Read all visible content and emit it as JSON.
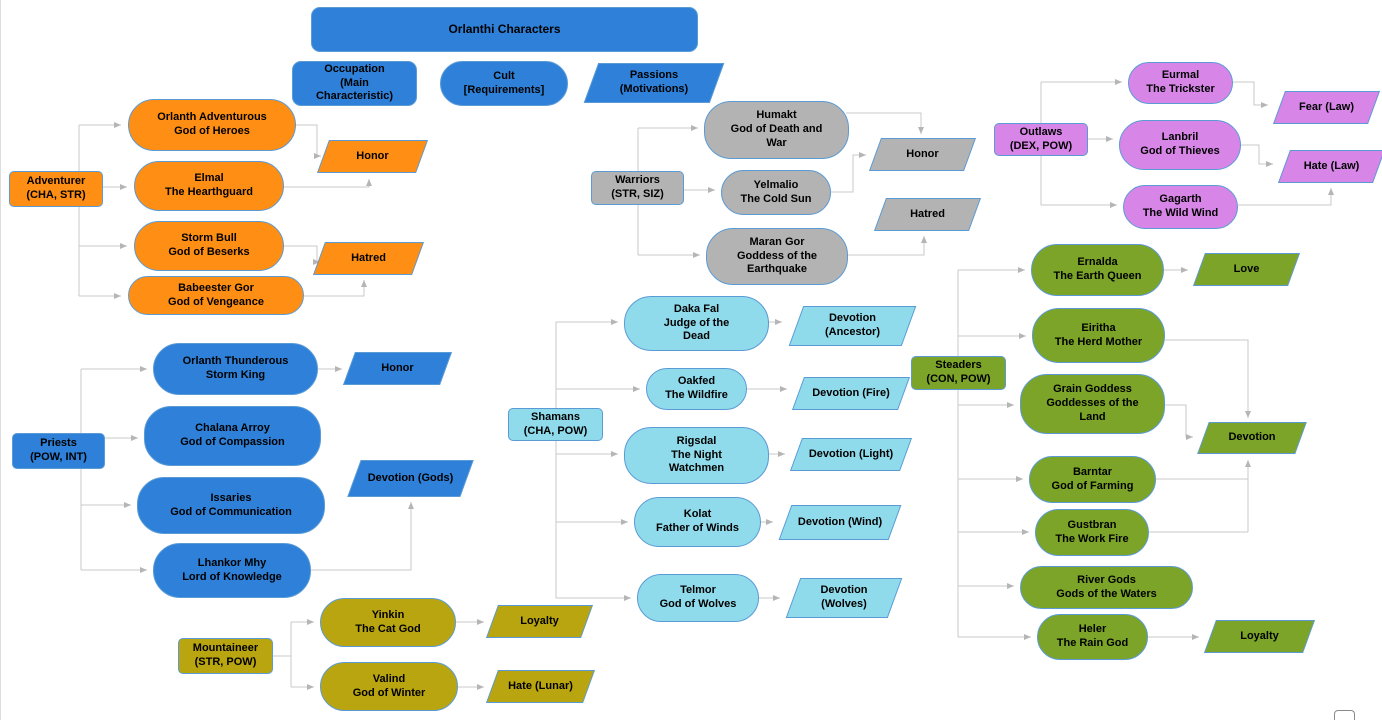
{
  "diagram_title": "Orlanthi Characters",
  "legend": {
    "occupation": {
      "name": "Occupation",
      "note": "(Main Characteristic)"
    },
    "cult": {
      "name": "Cult",
      "note": "[Requirements]"
    },
    "passions": {
      "name": "Passions",
      "note": "(Motivations)"
    }
  },
  "colors": {
    "blue": "#2E80D8",
    "orange": "#FF8E14",
    "gray": "#B3B3B3",
    "cyan": "#8FDBEC",
    "purple": "#D786E8",
    "green": "#7BA428",
    "yellow": "#B9A50F",
    "border": "#5B9BD5",
    "edge": "#C9C9C9",
    "arrow": "#B5B5B5"
  },
  "groups": {
    "adventurer": {
      "name": "Adventurer",
      "stats": "(CHA, STR)"
    },
    "priests": {
      "name": "Priests",
      "stats": "(POW, INT)"
    },
    "mountaineer": {
      "name": "Mountaineer",
      "stats": "(STR, POW)"
    },
    "warriors": {
      "name": "Warriors",
      "stats": "(STR, SIZ)"
    },
    "shamans": {
      "name": "Shamans",
      "stats": "(CHA, POW)"
    },
    "outlaws": {
      "name": "Outlaws",
      "stats": "(DEX, POW)"
    },
    "steaders": {
      "name": "Steaders",
      "stats": "(CON, POW)"
    }
  },
  "cults": {
    "orlanth_adventurous": {
      "name": "Orlanth Adventurous",
      "title": "God of Heroes"
    },
    "elmal": {
      "name": "Elmal",
      "title": "The Hearthguard"
    },
    "storm_bull": {
      "name": "Storm Bull",
      "title": "God of Beserks"
    },
    "babeester_gor": {
      "name": "Babeester Gor",
      "title": "God of Vengeance"
    },
    "orlanth_thunderous": {
      "name": "Orlanth Thunderous",
      "title": "Storm King"
    },
    "chalana_arroy": {
      "name": "Chalana Arroy",
      "title": "God of Compassion"
    },
    "issaries": {
      "name": "Issaries",
      "title": "God of Communication"
    },
    "lhankor_mhy": {
      "name": "Lhankor Mhy",
      "title": "Lord of Knowledge"
    },
    "yinkin": {
      "name": "Yinkin",
      "title": "The Cat God"
    },
    "valind": {
      "name": "Valind",
      "title": "God of Winter"
    },
    "humakt": {
      "name": "Humakt",
      "title": "God of Death and War"
    },
    "yelmalio": {
      "name": "Yelmalio",
      "title": "The Cold Sun"
    },
    "maran_gor": {
      "name": "Maran Gor",
      "title": "Goddess of the Earthquake"
    },
    "daka_fal": {
      "name": "Daka Fal",
      "title": "Judge of the Dead"
    },
    "oakfed": {
      "name": "Oakfed",
      "title": "The Wildfire"
    },
    "rigsdal": {
      "name": "Rigsdal",
      "title": "The Night Watchmen"
    },
    "kolat": {
      "name": "Kolat",
      "title": "Father of Winds"
    },
    "telmor": {
      "name": "Telmor",
      "title": "God of Wolves"
    },
    "eurmal": {
      "name": "Eurmal",
      "title": "The Trickster"
    },
    "lanbril": {
      "name": "Lanbril",
      "title": "God of Thieves"
    },
    "gagarth": {
      "name": "Gagarth",
      "title": "The Wild Wind"
    },
    "ernalda": {
      "name": "Ernalda",
      "title": "The Earth Queen"
    },
    "eiritha": {
      "name": "Eiritha",
      "title": "The Herd Mother"
    },
    "grain_goddess": {
      "name": "Grain Goddess",
      "title": "Goddesses of the Land"
    },
    "barntar": {
      "name": "Barntar",
      "title": "God of Farming"
    },
    "gustbran": {
      "name": "Gustbran",
      "title": "The Work Fire"
    },
    "river_gods": {
      "name": "River Gods",
      "title": "Gods of the Waters"
    },
    "heler": {
      "name": "Heler",
      "title": "The Rain God"
    }
  },
  "passions": {
    "honor_adventurer": "Honor",
    "hatred_adventurer": "Hatred",
    "honor_priests": "Honor",
    "devotion_gods": "Devotion (Gods)",
    "loyalty_mountaineer": "Loyalty",
    "hate_lunar": "Hate (Lunar)",
    "honor_warriors": "Honor",
    "hatred_warriors": "Hatred",
    "devotion_ancestor": "Devotion (Ancestor)",
    "devotion_fire": "Devotion (Fire)",
    "devotion_light": "Devotion (Light)",
    "devotion_wind": "Devotion (Wind)",
    "devotion_wolves": "Devotion (Wolves)",
    "fear_law": "Fear (Law)",
    "hate_law": "Hate (Law)",
    "love": "Love",
    "devotion_steaders": "Devotion",
    "loyalty_steaders": "Loyalty"
  }
}
